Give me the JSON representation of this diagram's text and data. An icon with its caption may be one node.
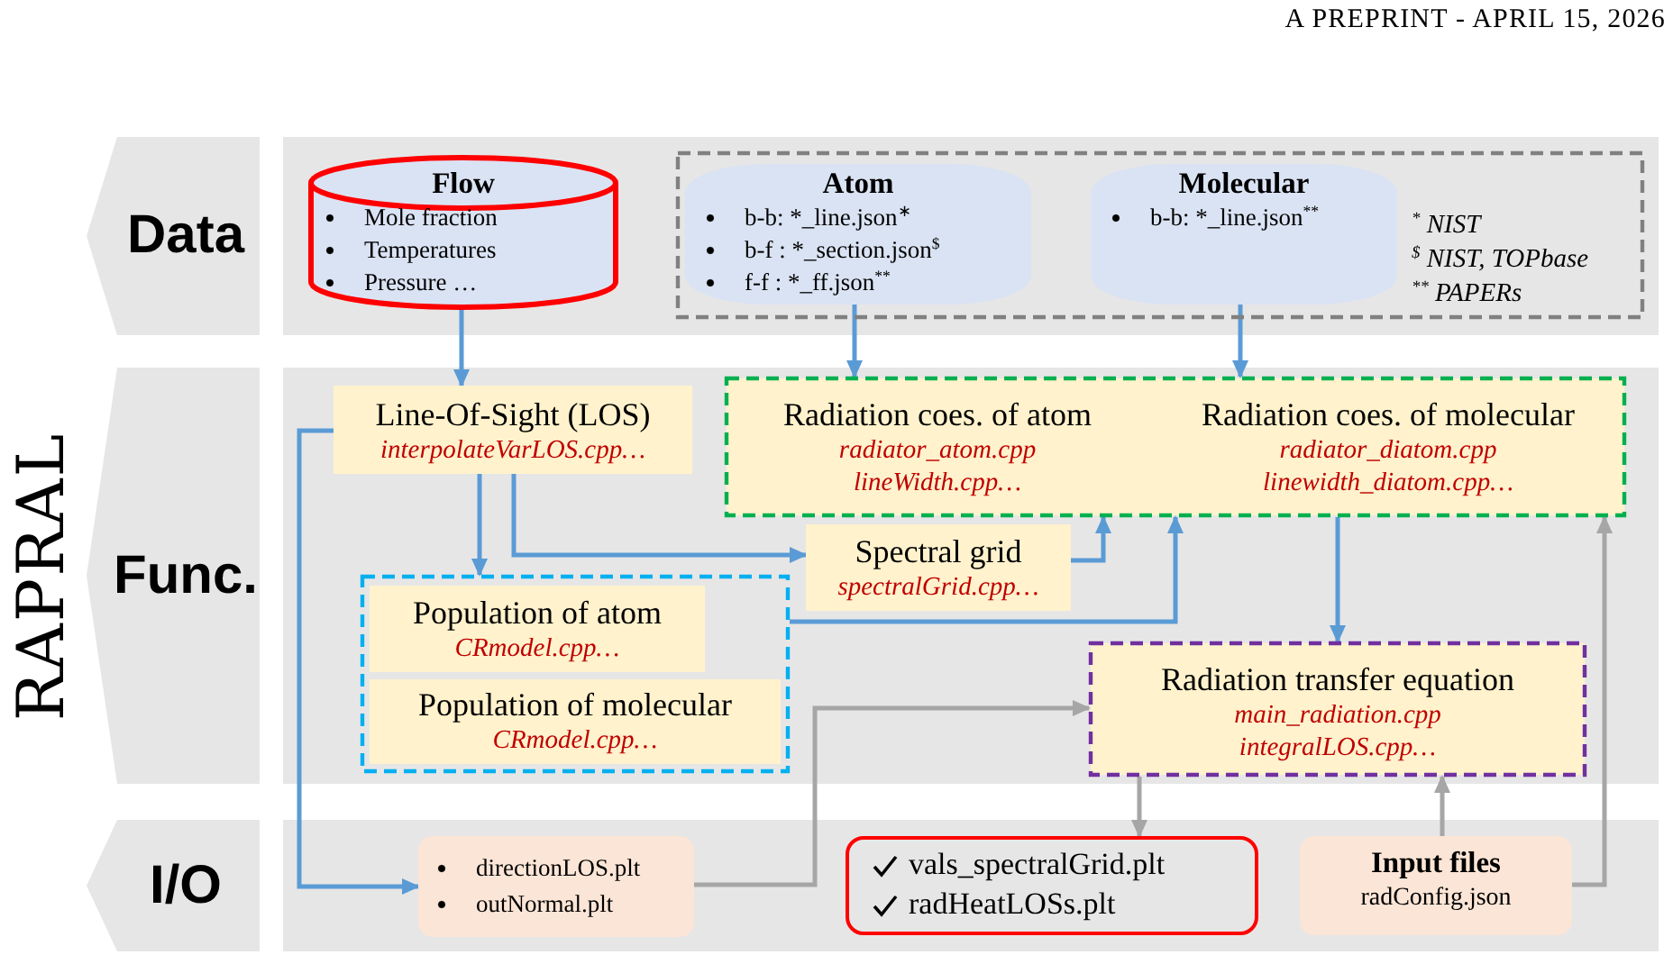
{
  "diagram": {
    "nodes": [
      {
        "text": [
          "Data"
        ]
      },
      {
        "text": [
          "Flow",
          "Mole fraction",
          "Temperatures",
          "Pressure …"
        ]
      },
      {
        "text": [
          "$^{*}$ NIST",
          "$^{$}$ NIST, TOPbase",
          "$^{**}$ PAPERs"
        ]
      },
      {
        "text": [
          "Atom",
          "b-b: *_line.json$^{∗}$",
          "b-f : *_section.json$^{$}$",
          "f-f : *_ff.json$^{**}$"
        ],
        "in": 2
      },
      {
        "text": [
          "Molecular",
          "b-b: *_line.json$^{**}$"
        ],
        "in": 2
      },
      {
        "text": [
          "Func."
        ]
      },
      {
        "text": [
          "Line-Of-Sight (LOS)",
          "interpolateVarLOS.cpp…"
        ]
      },
      {
        "text": [
          "Radiation coes. of atom",
          "radiator_atom.cpp",
          "lineWidth.cpp…",
          "Radiation coes. of molecular",
          "radiator_diatom.cpp",
          "linewidth_diatom.cpp…"
        ]
      },
      {
        "text": [
          "Spectral grid",
          "spectralGrid.cpp…"
        ]
      },
      {
        "text": [],
        "shape": "box"
      },
      {
        "text": [
          "Population of atom",
          "CRmodel.cpp…"
        ],
        "in": 9
      },
      {
        "text": [
          "Population of molecular",
          "CRmodel.cpp…"
        ],
        "in": 9
      },
      {
        "text": [
          "Radiation transfer equation",
          "main_radiation.cpp",
          "integralLOS.cpp…"
        ]
      },
      {
        "text": [
          "I/O"
        ]
      },
      {
        "text": [
          "directionLOS.plt",
          "outNormal.plt"
        ]
      },
      {
        "text": [
          "vals_spectralGrid.plt",
          "radHeatLOSs.plt"
        ]
      },
      {
        "text": [
          "Input files",
          "radConfig.json"
        ]
      }
    ],
    "edges": [
      {
        "from": 1,
        "to": 6,
        "arrow": "to"
      },
      {
        "from": 3,
        "to": 7,
        "arrow": "to"
      },
      {
        "from": 4,
        "to": 7,
        "arrow": "to"
      },
      {
        "from": 6,
        "to": 9,
        "arrow": "to"
      },
      {
        "from": 6,
        "to": 8,
        "arrow": "to"
      },
      {
        "from": 8,
        "to": 7,
        "arrow": "to"
      },
      {
        "from": 9,
        "to": 7,
        "arrow": "to"
      },
      {
        "from": 6,
        "to": 14,
        "arrow": "to"
      },
      {
        "from": 7,
        "to": 12,
        "arrow": "to"
      },
      {
        "from": 14,
        "to": 12,
        "arrow": "to",
        "color": "#a6a6a6"
      },
      {
        "from": 12,
        "to": 15,
        "arrow": "to",
        "color": "#a6a6a6"
      },
      {
        "from": 16,
        "to": 12,
        "arrow": "to",
        "color": "#a6a6a6"
      },
      {
        "from": 16,
        "to": 7,
        "arrow": "to",
        "color": "#a6a6a6"
      }
    ],
    "labels": [
      "A PREPRINT - APRIL 15, 2026",
      "RAPRAL"
    ]
  }
}
